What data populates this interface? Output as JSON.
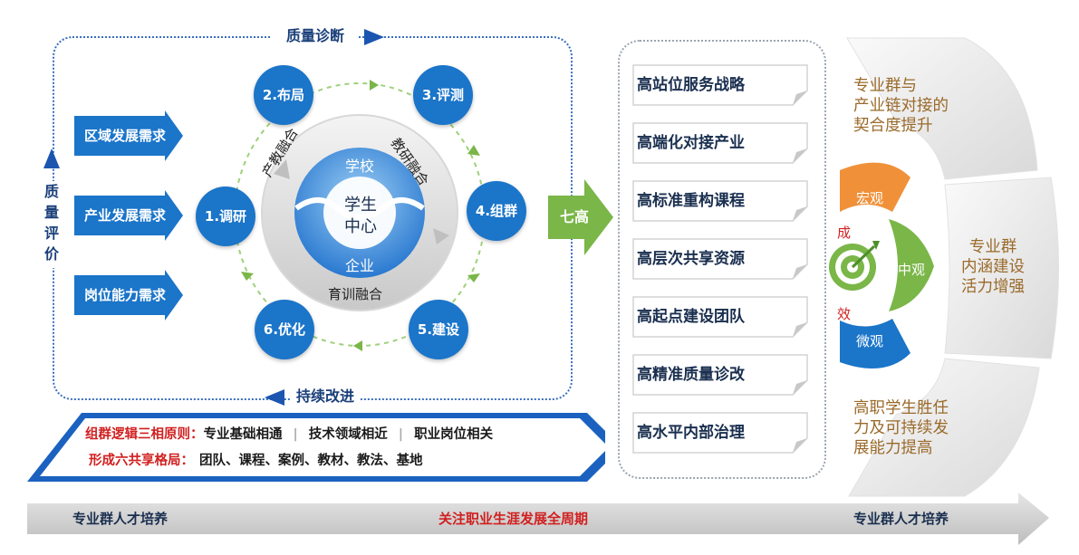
{
  "left": {
    "top_label": "质量诊断",
    "bottom_label": "持续改进",
    "side_label": "质量评价",
    "needs": [
      "区域发展需求",
      "产业发展需求",
      "岗位能力需求"
    ],
    "nodes": [
      "1.调研",
      "2.布局",
      "3.评测",
      "4.组群",
      "5.建设",
      "6.优化"
    ],
    "ring": {
      "left": "产教融合",
      "right": "教研融合",
      "bottom": "育训融合",
      "top_school": "学校",
      "center_line1": "学生",
      "center_line2": "中心",
      "bottom_enterprise": "企业"
    }
  },
  "banner": {
    "line1_label": "组群逻辑三相原则：",
    "line1_items": [
      "专业基础相通",
      "技术领域相近",
      "职业岗位相关"
    ],
    "line2_label": "形成六共享格局：",
    "line2_value": "团队、课程、案例、教材、教法、基地"
  },
  "qigao": "七高",
  "seven_highs": [
    "高站位服务战略",
    "高端化对接产业",
    "高标准重构课程",
    "高层次共享资源",
    "高起点建设团队",
    "高精准质量诊改",
    "高水平内部治理"
  ],
  "right": {
    "petals": {
      "macro": "宏观",
      "meso": "中观",
      "micro": "微观"
    },
    "effect_1": "成",
    "effect_2": "效",
    "outcomes": {
      "top": [
        "专业群与",
        "产业链对接的",
        "契合度提升"
      ],
      "middle": [
        "专业群",
        "内涵建设",
        "活力增强"
      ],
      "bottom": [
        "高职学生胜任",
        "力及可持续发",
        "展能力提高"
      ]
    }
  },
  "bottom_bar": {
    "left": "专业群人才培养",
    "center": "关注职业生涯发展全周期",
    "right": "专业群人才培养"
  },
  "colors": {
    "blue": "#1b75c9",
    "green": "#7ab648",
    "orange": "#f0913a",
    "navy": "#1a3f7a",
    "red": "#d11f1f"
  }
}
